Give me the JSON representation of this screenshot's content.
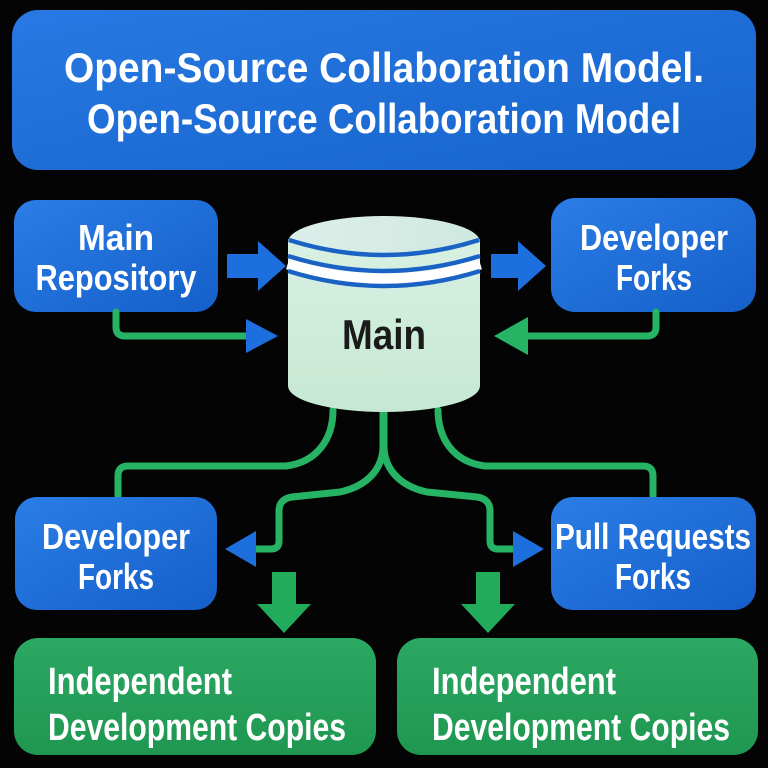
{
  "title": {
    "line1": "Open-Source Collaboration Model.",
    "line2": "Open-Source Collaboration Model"
  },
  "nodes": {
    "main_repository": {
      "line1": "Main",
      "line2": "Repository"
    },
    "developer_forks_top": {
      "line1": "Developer",
      "line2": "Forks"
    },
    "main_database": {
      "label": "Main"
    },
    "developer_forks_bottom": {
      "line1": "Developer",
      "line2": "Forks"
    },
    "pull_requests_forks": {
      "line1": "Pull Requests",
      "line2": "Forks"
    },
    "independent_copies_left": {
      "line1": "Independent",
      "line2": "Development Copies"
    },
    "independent_copies_right": {
      "line1": "Independent",
      "line2": "Development Copies"
    }
  },
  "colors": {
    "background": "#040404",
    "box_blue": "#1b6fdd",
    "box_green": "#28a45c",
    "connector_green": "#26b364",
    "block_arrow_green": "#22ab5b",
    "arrow_blue": "#1e6fde",
    "cylinder_body": "#cdebd8",
    "cylinder_lid": "#d5ece6",
    "cylinder_ring_blue": "#1a63c5",
    "text_white": "#ffffff",
    "text_dark": "#1a1a1a"
  }
}
